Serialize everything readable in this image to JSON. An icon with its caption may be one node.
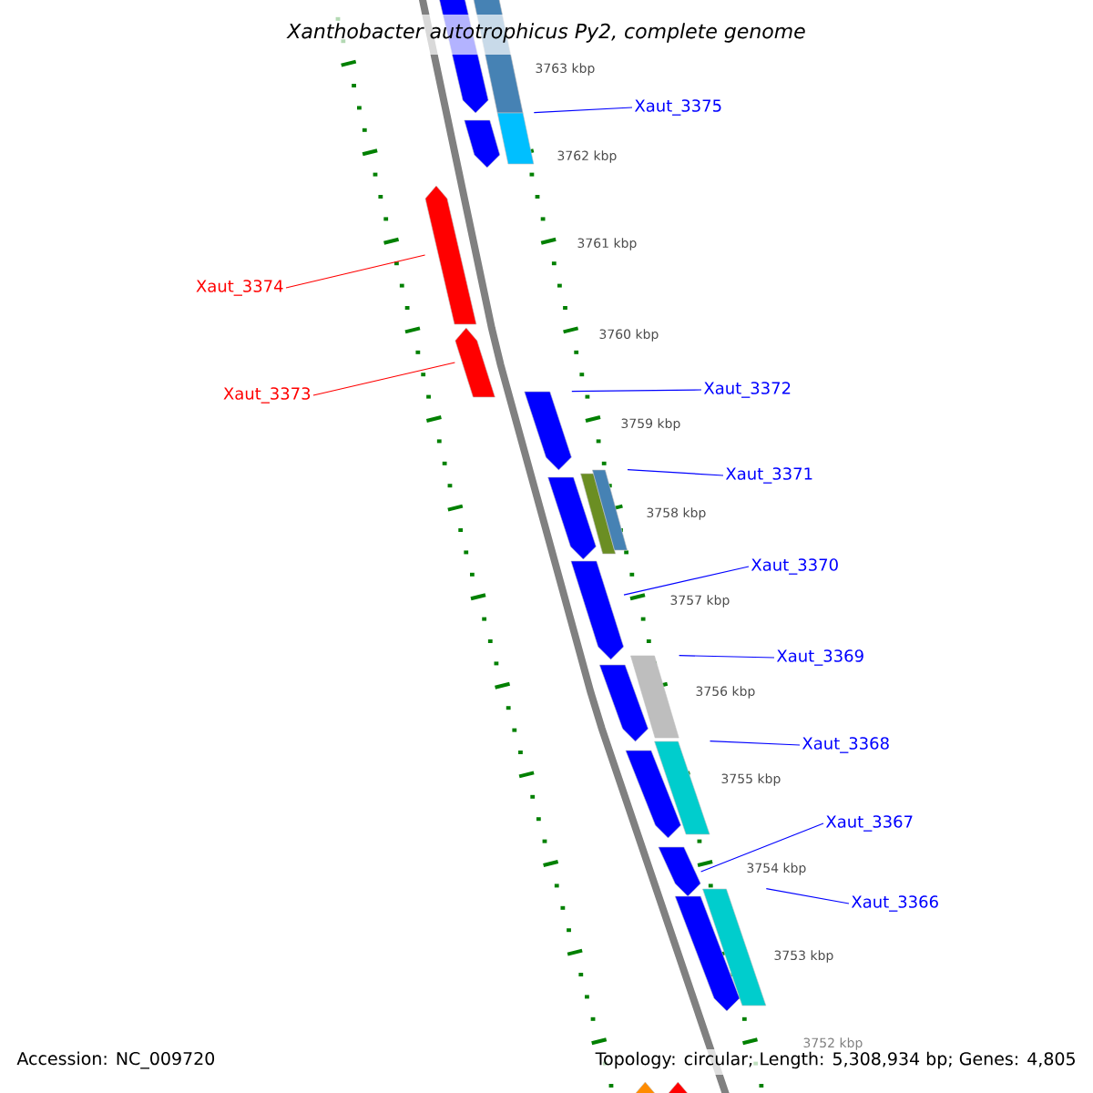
{
  "diagram": {
    "title": "Xanthobacter autotrophicus Py2, complete genome",
    "nodes": [
      {
        "text": [],
        "shape": "bar"
      },
      {
        "text": [],
        "shape": "bar"
      },
      {
        "text": [],
        "shape": "bar"
      },
      {
        "text": [],
        "shape": "bar"
      },
      {
        "text": [],
        "shape": "bar"
      },
      {
        "text": [],
        "shape": "bar"
      },
      {
        "text": [],
        "shape": "bar"
      },
      {
        "text": [],
        "shape": "bar"
      },
      {
        "text": [],
        "shape": "bar"
      },
      {
        "text": [],
        "shape": "bar"
      },
      {
        "text": [],
        "shape": "bar"
      },
      {
        "text": [],
        "shape": "bar"
      },
      {
        "text": [],
        "shape": "bar"
      },
      {
        "text": [],
        "shape": "bar"
      },
      {
        "text": [],
        "shape": "bar"
      },
      {
        "text": [],
        "shape": "bar"
      },
      {
        "text": [],
        "shape": "bar"
      },
      {
        "text": [],
        "shape": "bar"
      },
      {
        "text": [],
        "shape": "bar"
      },
      {
        "text": [],
        "shape": "bar"
      },
      {
        "text": [
          "Xaut_3375"
        ]
      },
      {
        "text": [
          "Xaut_3374"
        ]
      },
      {
        "text": [
          "Xaut_3373"
        ]
      },
      {
        "text": [
          "Xaut_3372"
        ]
      },
      {
        "text": [
          "Xaut_3371"
        ]
      },
      {
        "text": [
          "Xaut_3370"
        ]
      },
      {
        "text": [
          "Xaut_3369"
        ]
      },
      {
        "text": [
          "Xaut_3368"
        ]
      },
      {
        "text": [
          "Xaut_3367"
        ]
      },
      {
        "text": [
          "Xaut_3366"
        ]
      }
    ],
    "edges": [
      {
        "from": 20,
        "to": 3,
        "arrow": "none"
      },
      {
        "from": 21,
        "to": 4,
        "arrow": "none",
        "color": "#ff0000"
      },
      {
        "from": 22,
        "to": 5,
        "arrow": "none",
        "color": "#ff0000"
      },
      {
        "from": 23,
        "to": 6,
        "arrow": "none"
      },
      {
        "from": 24,
        "to": 9,
        "arrow": "none"
      },
      {
        "from": 25,
        "to": 10,
        "arrow": "none"
      },
      {
        "from": 26,
        "to": 11,
        "arrow": "none"
      },
      {
        "from": 27,
        "to": 14,
        "arrow": "none"
      },
      {
        "from": 28,
        "to": 15,
        "arrow": "none"
      },
      {
        "from": 29,
        "to": 17,
        "arrow": "none"
      }
    ],
    "labels": [
      "3763 kbp",
      "3762 kbp",
      "3761 kbp",
      "3760 kbp",
      "3759 kbp",
      "3758 kbp",
      "3757 kbp",
      "3756 kbp",
      "3755 kbp",
      "3754 kbp",
      "3753 kbp",
      "3752 kbp",
      "Accession: NC_009720",
      "Topology: circular; Length: 5,308,934 bp; Genes: 4,805"
    ]
  }
}
